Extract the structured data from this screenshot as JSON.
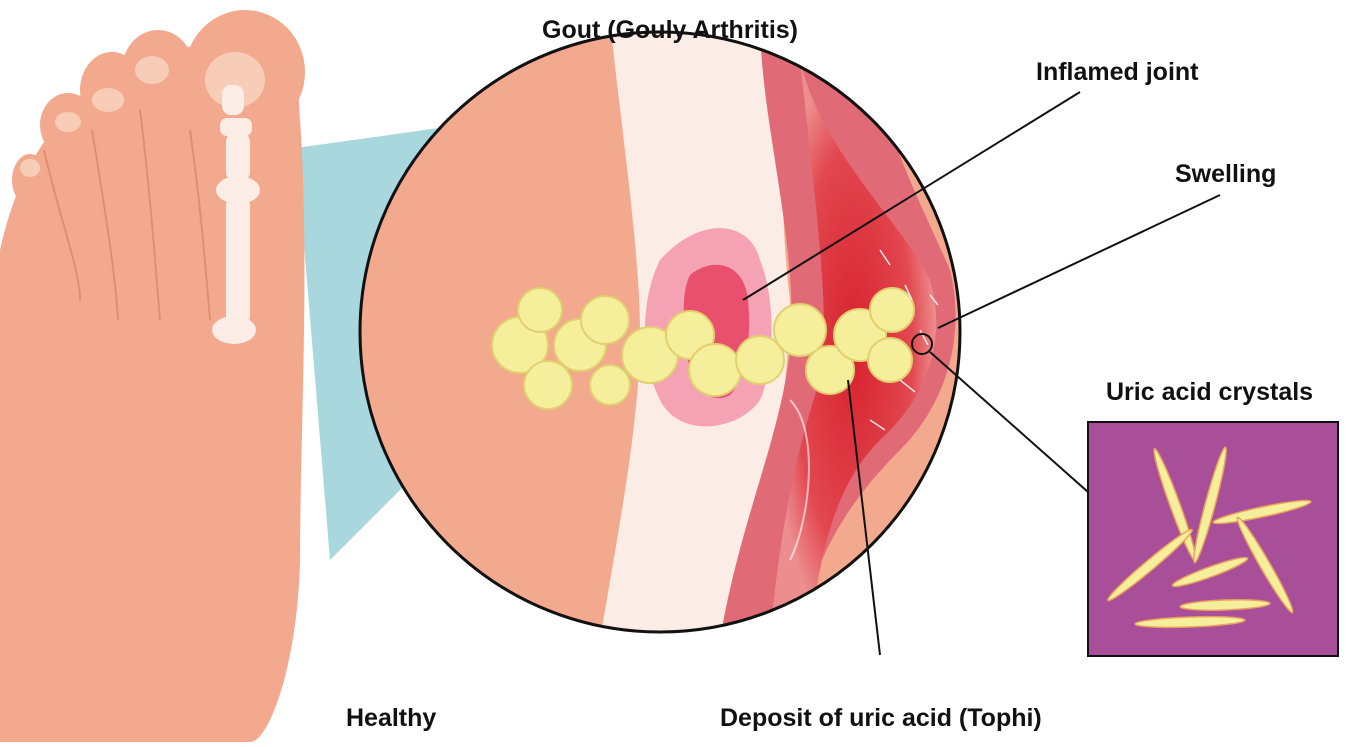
{
  "title": "Gout (Gouly Arthritis)",
  "labels": {
    "inflamed_joint": "Inflamed joint",
    "swelling": "Swelling",
    "uric_acid_crystals": "Uric acid crystals",
    "healthy": "Healthy",
    "deposit": "Deposit of uric acid (Tophi)"
  },
  "colors": {
    "skin": "#F2A98D",
    "bone": "#FBEDE6",
    "cartilage": "#F06E8E",
    "inflammation": "#D7222E",
    "tophi": "#F5EE9B",
    "zoom_cone": "#A8D8DE",
    "crystal_box": "#A94E98"
  }
}
